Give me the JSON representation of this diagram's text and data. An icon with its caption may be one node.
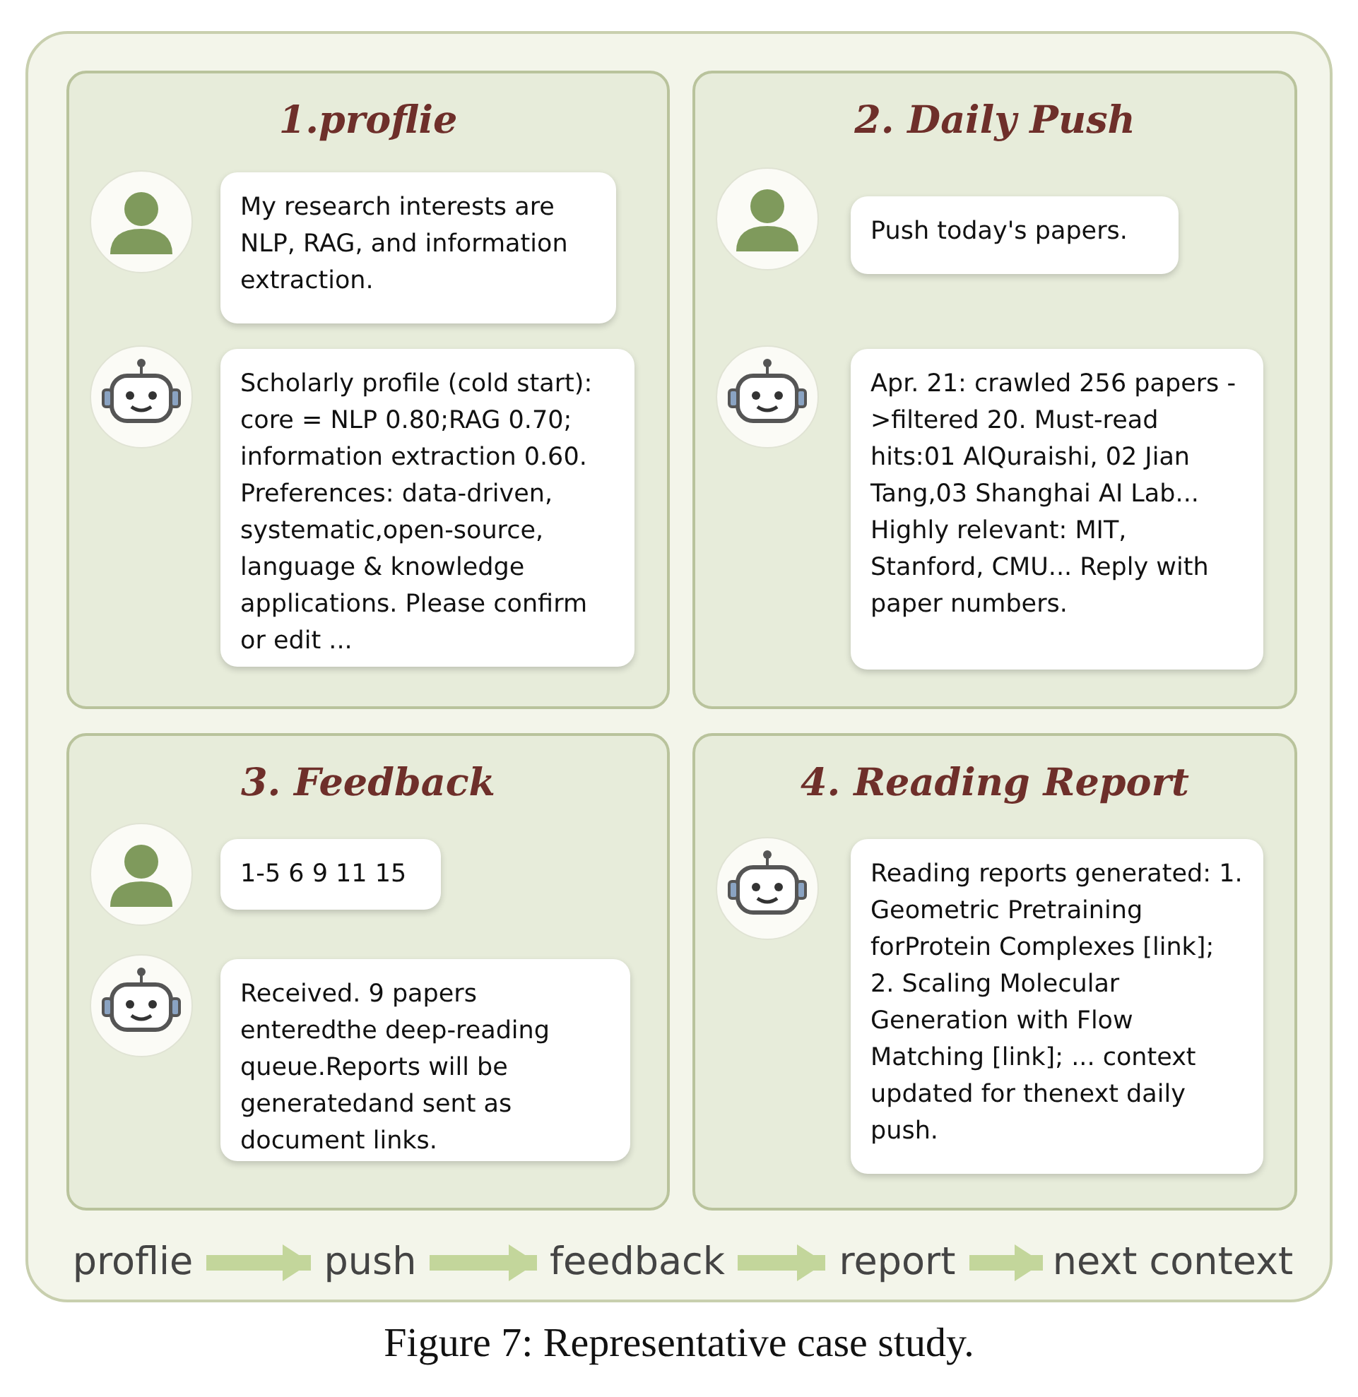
{
  "diagram": {
    "caption": "Figure 7: Representative case study.",
    "nodes": [
      {
        "text": [],
        "shape": "box"
      },
      {
        "text": [
          "1.proflie"
        ],
        "in": 0
      },
      {
        "text": [
          "My research interests are NLP, RAG, and information extraction."
        ],
        "in": 1
      },
      {
        "text": [
          "Scholarly profile (cold start): core = NLP 0.80;RAG 0.70; information extraction 0.60. Preferences: data-driven, systematic,open-source, language & knowledge applications. Please confirm or edit ..."
        ],
        "in": 1
      },
      {
        "text": [
          "2. Daily Push"
        ],
        "in": 0
      },
      {
        "text": [
          "Push today's papers."
        ],
        "in": 4
      },
      {
        "text": [
          "Apr. 21: crawled 256 papers ->filtered 20. Must-read hits:01 AlQuraishi, 02 Jian Tang,03 Shanghai AI Lab... Highly relevant: MIT, Stanford, CMU... Reply with paper numbers."
        ],
        "in": 4
      },
      {
        "text": [
          "3. Feedback"
        ],
        "in": 0
      },
      {
        "text": [
          "1-5 6 9 11 15"
        ],
        "in": 7
      },
      {
        "text": [
          "Received. 9 papers enteredthe deep-reading queue.Reports will be generatedand sent as document links."
        ],
        "in": 7
      },
      {
        "text": [
          "4. Reading Report"
        ],
        "in": 0
      },
      {
        "text": [
          "Reading reports generated: 1. Geometric Pretraining forProtein Complexes [link]; 2. Scaling Molecular Generation with Flow Matching [link]; ... context updated for thenext daily push."
        ],
        "in": 10
      },
      {
        "text": [
          "proflie"
        ],
        "in": 0
      },
      {
        "text": [
          "push"
        ],
        "in": 0
      },
      {
        "text": [
          "feedback"
        ],
        "in": 0
      },
      {
        "text": [
          "report"
        ],
        "in": 0
      },
      {
        "text": [
          "next context"
        ],
        "in": 0
      }
    ],
    "edges": [
      {
        "from": 12,
        "to": 13,
        "arrow": "to",
        "color": "#c3d69b"
      },
      {
        "from": 13,
        "to": 14,
        "arrow": "to",
        "color": "#c3d69b"
      },
      {
        "from": 14,
        "to": 15,
        "arrow": "to",
        "color": "#c3d69b"
      },
      {
        "from": 15,
        "to": 16,
        "arrow": "to",
        "color": "#c3d69b"
      }
    ]
  }
}
